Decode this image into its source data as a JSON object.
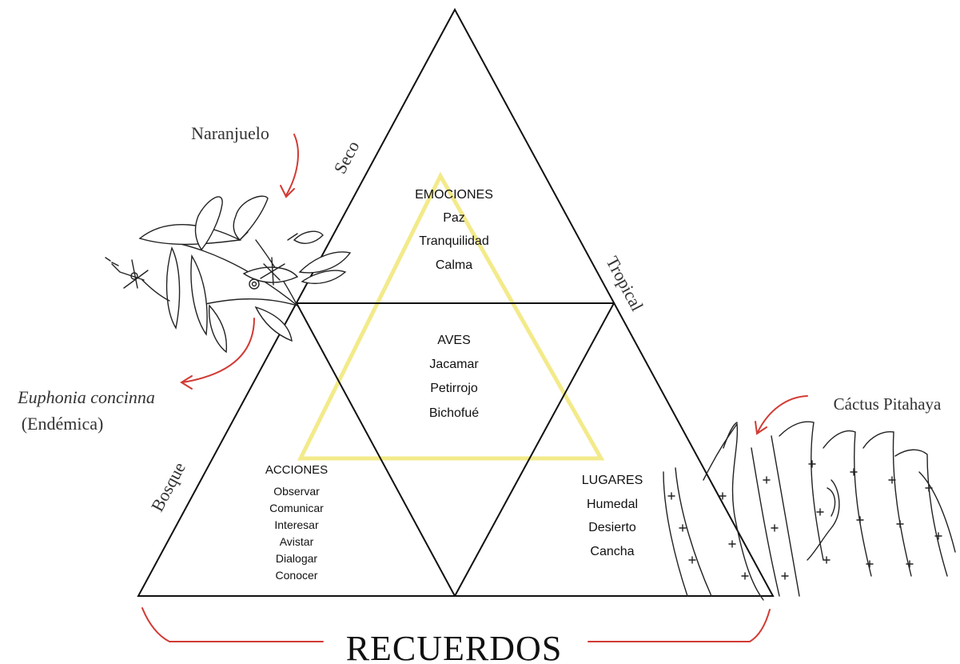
{
  "diagram": {
    "title": "RECUERDOS",
    "sides": {
      "left_upper": "Seco",
      "right_upper": "Tropical",
      "left_lower": "Bosque"
    },
    "sections": {
      "top": {
        "heading": "EMOCIONES",
        "items": [
          "Paz",
          "Tranquilidad",
          "Calma"
        ]
      },
      "center": {
        "heading": "AVES",
        "items": [
          "Jacamar",
          "Petirrojo",
          "Bichofué"
        ]
      },
      "bottom_left": {
        "heading": "ACCIONES",
        "items": [
          "Observar",
          "Comunicar",
          "Interesar",
          "Avistar",
          "Dialogar",
          "Conocer"
        ]
      },
      "bottom_right": {
        "heading": "LUGARES",
        "items": [
          "Humedal",
          "Desierto",
          "Cancha"
        ]
      }
    },
    "annotations": {
      "naranjuelo": "Naranjuelo",
      "euphonia": "Euphonia concinna",
      "endemica": "(Endémica)",
      "cactus": "Cáctus Pitahaya"
    },
    "colors": {
      "outline": "#111111",
      "inner_triangle": "#f3ea8a",
      "arrows": "#d23a34"
    }
  }
}
